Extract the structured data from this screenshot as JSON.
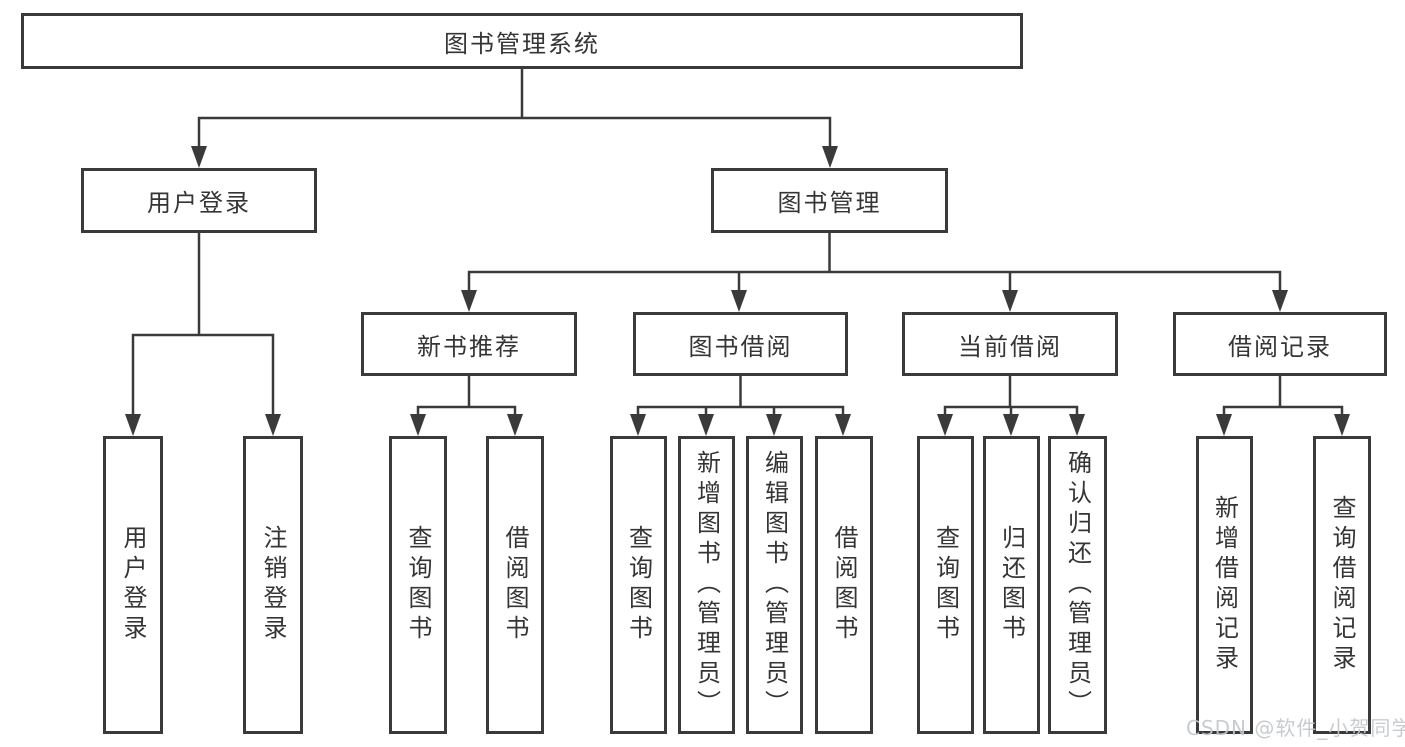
{
  "diagram_title": "图书管理系统",
  "watermark": "CSDN @软件_小贺同学",
  "colors": {
    "line": "#3a3a3a",
    "box_border": "#3a3a3a",
    "text": "#353535",
    "watermark": "#c4c8cc",
    "background": "#ffffff"
  },
  "tree": {
    "root": {
      "label": "图书管理系统"
    },
    "branches": [
      {
        "label": "用户登录",
        "children": [
          {
            "label": "用户登录"
          },
          {
            "label": "注销登录"
          }
        ]
      },
      {
        "label": "图书管理",
        "children": [
          {
            "label": "新书推荐",
            "children": [
              {
                "label": "查询图书"
              },
              {
                "label": "借阅图书"
              }
            ]
          },
          {
            "label": "图书借阅",
            "children": [
              {
                "label": "查询图书"
              },
              {
                "label": "新增图书（管理员）"
              },
              {
                "label": "编辑图书（管理员）"
              },
              {
                "label": "借阅图书"
              }
            ]
          },
          {
            "label": "当前借阅",
            "children": [
              {
                "label": "查询图书"
              },
              {
                "label": "归还图书"
              },
              {
                "label": "确认归还（管理员）"
              }
            ]
          },
          {
            "label": "借阅记录",
            "children": [
              {
                "label": "新增借阅记录"
              },
              {
                "label": "查询借阅记录"
              }
            ]
          }
        ]
      }
    ]
  }
}
